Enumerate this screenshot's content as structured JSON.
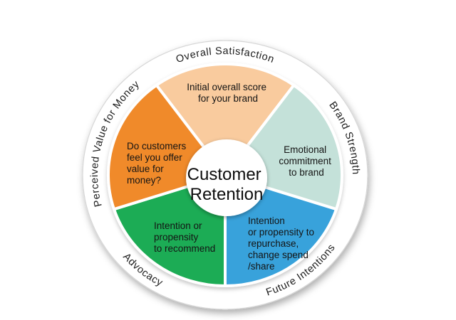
{
  "page": {
    "background": "#ffffff"
  },
  "wheel": {
    "ring_color": "#ffffff",
    "ring_edge_color": "#d6d6d6",
    "divider_color": "#ffffff",
    "text_color": "#1a1a1a"
  },
  "center": {
    "line1": "Customer",
    "line2": "Retention",
    "circle_color": "#ffffff"
  },
  "segments": [
    {
      "name": "overall-satisfaction",
      "ring_label": "Overall Satisfaction",
      "color": "#F9CB9E",
      "lines": [
        "Initial overall score",
        "for your brand"
      ]
    },
    {
      "name": "brand-strength",
      "ring_label": "Brand Strength",
      "color": "#C4E1D9",
      "lines": [
        "Emotional",
        "commitment",
        "to brand"
      ]
    },
    {
      "name": "future-intentions",
      "ring_label": "Future Intentions",
      "color": "#38A2DB",
      "lines": [
        "Intention",
        "or propensity to",
        "repurchase,",
        "change spend",
        "/share"
      ]
    },
    {
      "name": "advocacy",
      "ring_label": "Advocacy",
      "color": "#1FAC55",
      "lines": [
        "Intention or",
        "propensity",
        "to recommend"
      ]
    },
    {
      "name": "perceived-value-for-money",
      "ring_label": "Perceived Value for Money",
      "color": "#F08A2C",
      "lines": [
        "Do customers",
        "feel you offer",
        "value for",
        "money?"
      ]
    }
  ]
}
